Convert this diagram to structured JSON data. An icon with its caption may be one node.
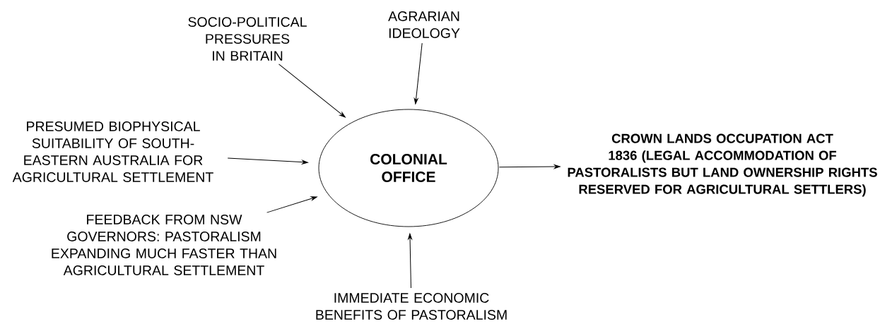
{
  "diagram": {
    "nodes": [
      {
        "text": [
          "SOCIO-POLITICAL PRESSURES IN BRITAIN"
        ]
      },
      {
        "text": [
          "AGRARIAN IDEOLOGY"
        ]
      },
      {
        "text": [
          "PRESUMED BIOPHYSICAL SUITABILITY OF SOUTH-EASTERN AUSTRALIA FOR AGRICULTURAL SETTLEMENT"
        ]
      },
      {
        "text": [
          "COLONIAL OFFICE"
        ]
      },
      {
        "text": [
          "FEEDBACK FROM NSW GOVERNORS: PASTORALISM EXPANDING MUCH FASTER THAN AGRICULTURAL SETTLEMENT"
        ]
      },
      {
        "text": [
          "IMMEDIATE ECONOMIC BENEFITS OF PASTORALISM"
        ]
      },
      {
        "text": [
          "CROWN LANDS OCCUPATION ACT 1836 (LEGAL ACCOMMODATION OF PASTORALISTS BUT LAND OWNERSHIP RIGHTS RESERVED FOR AGRICULTURAL SETTLERS)"
        ]
      }
    ],
    "edges": [
      {
        "from": 0,
        "to": 3,
        "arrow": "to"
      },
      {
        "from": 1,
        "to": 3,
        "arrow": "to"
      },
      {
        "from": 2,
        "to": 3,
        "arrow": "to"
      },
      {
        "from": 4,
        "to": 3,
        "arrow": "to"
      },
      {
        "from": 5,
        "to": 3,
        "arrow": "to"
      },
      {
        "from": 3,
        "to": 6,
        "arrow": "to"
      }
    ]
  }
}
